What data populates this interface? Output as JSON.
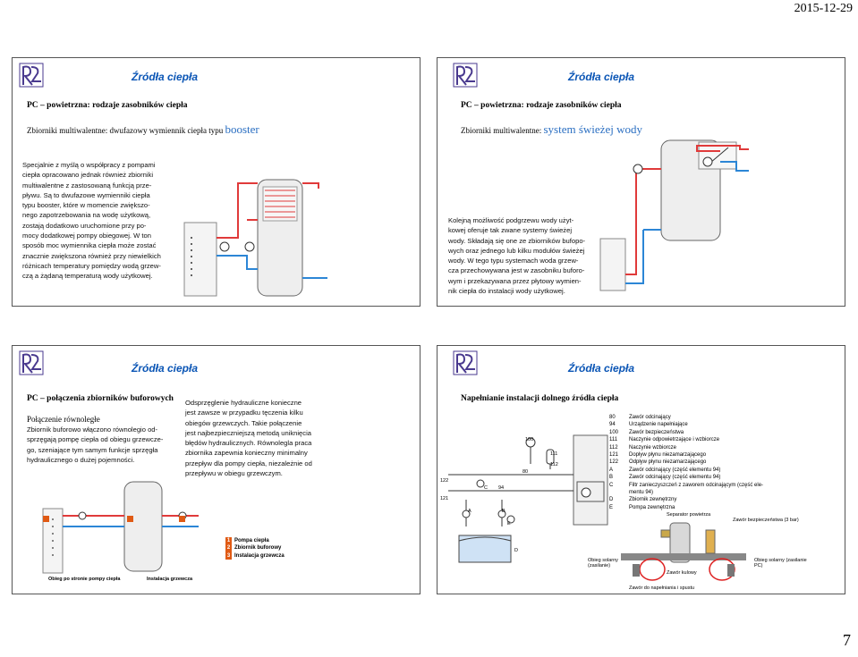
{
  "header": {
    "date": "2015-12-29"
  },
  "footer": {
    "page_number": "7"
  },
  "slides": [
    {
      "title": "Źródła ciepła",
      "heading": "PC – powietrzna: rodzaje zasobników ciepła",
      "subheading": "Zbiorniki multiwalentne: dwufazowy wymiennik ciepła typu",
      "subheading_accent": "booster",
      "body": "Specjalnie z myślą o współpracy z pompami\nciepła opracowano jednak również zbiorniki\nmultiwalentne z zastosowaną funkcją prze-\npływu. Są to dwufazowe wymienniki ciepła\ntypu booster, które w momencie zwiększo-\nnego zapotrzebowania na wodę użytkową,\nzostają dodatkowo uruchomione przy po-\nmocy dodatkowej pompy obiegowej. W ton\nsposób moc wymiennika ciepła może zostać\nznacznie zwiększona również przy niewielkich\nróżnicach temperatury pomiędzy wodą grzew-\nczą a żądaną temperaturą wody użytkowej."
    },
    {
      "title": "Źródła ciepła",
      "heading": "PC – powietrzna: rodzaje zasobników ciepła",
      "subheading": "Zbiorniki multiwalentne:",
      "subheading_accent": "system świeżej wody",
      "body": "Kolejną możliwość podgrzewu wody użyt-\nkowej oferuje tak zwane systemy świeżej\nwody. Składają się one ze zbiorników bufoро-\nwych oraz jednego lub kilku modułów świeżej\nwody. W tego typu systemach woda grzew-\ncza przechowywana jest w zasobniku buforo-\nwym i przekazywana przez płytowy wymien-\nnik ciepła do instalacji wody użytkowej."
    },
    {
      "title": "Źródła ciepła",
      "heading": "PC – połączenia zbiorników buforowych",
      "subheading": "Połączenie równoległe",
      "body_left": "Zbiornik buforowo włączono równolegio od-\nsprzęgają pompę ciepła od obiegu grzewcze-\ngo, szeniające tym samym funkcje sprzęgła\nhydraulicznego o dużej pojemności.",
      "body_right": "Odsprzęglenie hydrauliczne konieczne\njest zawsze w przypadku tęczenia kilku\nobiegów grzewczych. Takie połączenie\njest najbezpieczniejszą metodą uniknięcia\nbłędów hydraulicznych. Równolegla praca\nzbiornika zapewnia konieczny minimalny\nprzepływ dla pompy ciepła, niezależnie od\nprzepływu w obiegu grzewczym.",
      "legend": [
        {
          "num": "1",
          "label": "Pompa ciepła"
        },
        {
          "num": "2",
          "label": "Zbiornik buforowy"
        },
        {
          "num": "3",
          "label": "Instalacja grzewcza"
        }
      ],
      "caption_left": "Obieg po stronie pompy ciepła",
      "caption_right": "Instalacja grzewcza",
      "colors": {
        "accent": "#e05a14"
      }
    },
    {
      "title": "Źródła ciepła",
      "heading": "Napełnianie instalacji dolnego źródła ciepła",
      "legend": [
        {
          "code": "80",
          "label": "Zawór odcinający"
        },
        {
          "code": "94",
          "label": "Urządzenie napełniające"
        },
        {
          "code": "100",
          "label": "Zawór bezpieczeństwa"
        },
        {
          "code": "111",
          "label": "Naczynie odpowietrzające i wzbiorcze"
        },
        {
          "code": "112",
          "label": "Naczynie wzbiorcze"
        },
        {
          "code": "121",
          "label": "Dopływ płynu niezamarzającego"
        },
        {
          "code": "122",
          "label": "Odpływ płynu niezamarzającego"
        },
        {
          "code": "A",
          "label": "Zawór odcinający (część elementu 94)"
        },
        {
          "code": "B",
          "label": "Zawór odcinający (część elementu 94)"
        },
        {
          "code": "C",
          "label": "Filtr zanieczyszczeń z zaworem odcinającym (część ele-\nmentu 94)"
        },
        {
          "code": "D",
          "label": "Zbiornik zewnętrzny"
        },
        {
          "code": "E",
          "label": "Pompa zewnętrzna"
        }
      ],
      "diagram_labels": {
        "separator": "Separator powietrza",
        "safety": "Zawór bezpieczeństwa (3 bar)",
        "return_left": "Obieg solarny (zasilanie)",
        "return_right": "Obieg solarny (zasilanie PC)",
        "ball_valve": "Zawór kulowy",
        "drain": "Zawór do napełniania i spustu",
        "diagram_codes": [
          "100",
          "111",
          "112",
          "80",
          "94",
          "122",
          "121",
          "A",
          "B",
          "C",
          "D",
          "E"
        ]
      }
    }
  ]
}
